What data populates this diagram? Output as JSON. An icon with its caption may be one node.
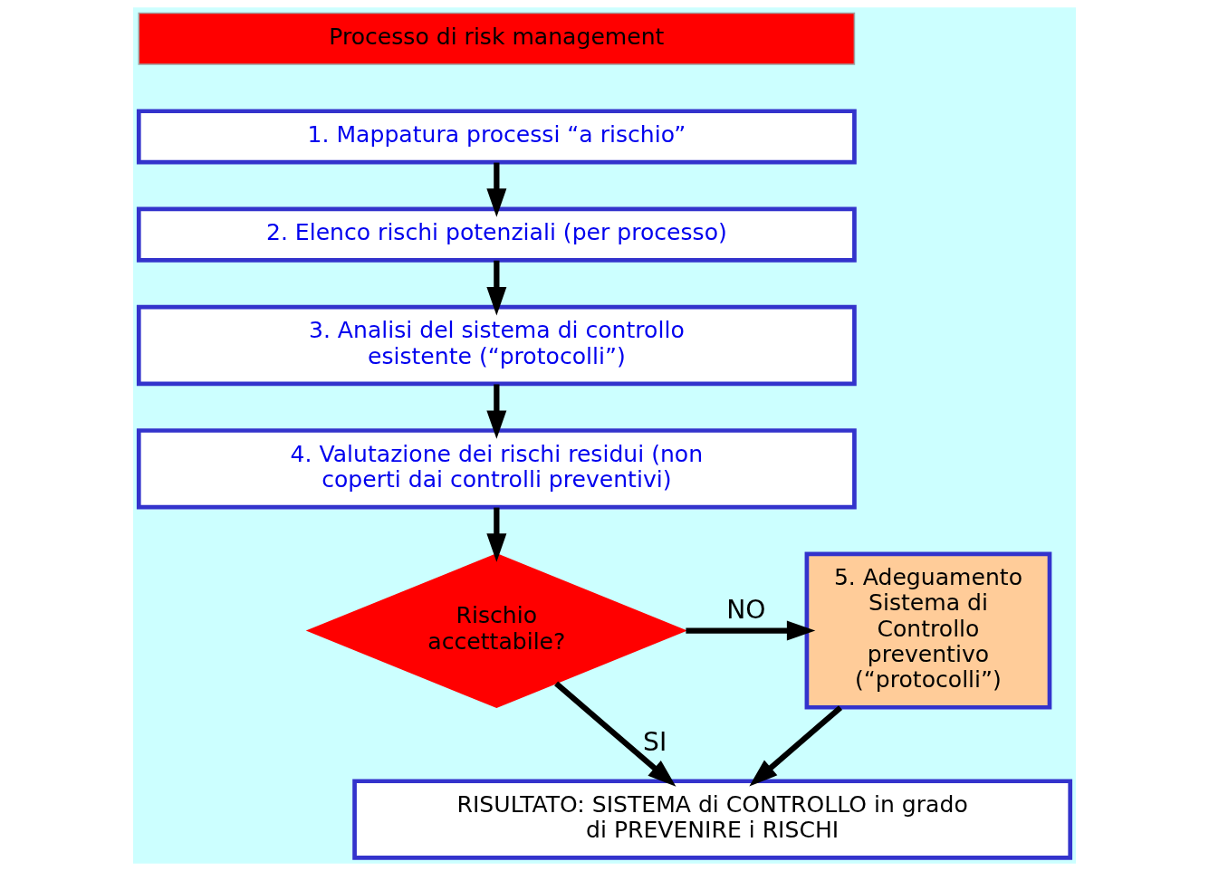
{
  "diagram": {
    "nodes": [
      {
        "text": [
          "Processo di risk management"
        ]
      },
      {
        "text": [
          "1. Mappatura processi “a rischio”"
        ]
      },
      {
        "text": [
          "2. Elenco rischi potenziali (per processo)"
        ]
      },
      {
        "text": [
          "3. Analisi del sistema di controllo esistente (“protocolli”)"
        ]
      },
      {
        "text": [
          "4. Valutazione dei rischi residui (non coperti dai controlli preventivi)"
        ]
      },
      {
        "text": [
          "Rischio accettabile?"
        ]
      },
      {
        "text": [
          "5. Adeguamento Sistema di Controllo preventivo (“protocolli”)"
        ]
      },
      {
        "text": [
          "RISULTATO: SISTEMA di CONTROLLO in grado di PREVENIRE i RISCHI"
        ]
      }
    ],
    "edges": [
      {
        "from": 1,
        "to": 2,
        "arrow": "to"
      },
      {
        "from": 2,
        "to": 3,
        "arrow": "to"
      },
      {
        "from": 3,
        "to": 4,
        "arrow": "to"
      },
      {
        "from": 4,
        "to": 5,
        "arrow": "to"
      },
      {
        "from": 5,
        "to": 6,
        "arrow": "to",
        "label": "NO"
      },
      {
        "from": 5,
        "to": 7,
        "arrow": "to",
        "label": "SI"
      },
      {
        "from": 6,
        "to": 7,
        "arrow": "to"
      }
    ]
  }
}
